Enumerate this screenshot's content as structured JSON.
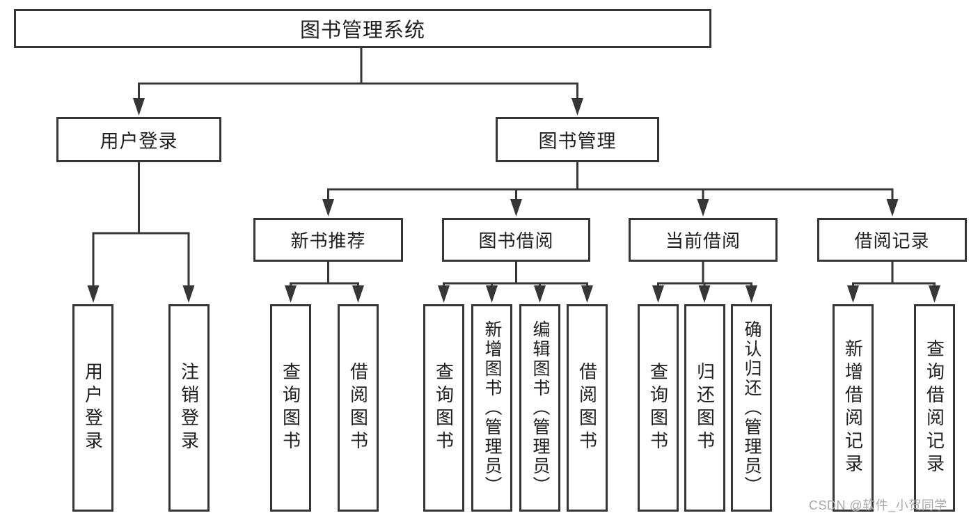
{
  "colors": {
    "line": "#363636",
    "text": "#1f1f1f",
    "background": "#ffffff",
    "watermark": "#a8a8a8"
  },
  "watermark": {
    "text": "CSDN @软件_小贺同学"
  },
  "tree": {
    "root": {
      "label": "图书管理系统"
    },
    "branches": [
      {
        "label": "用户登录",
        "leaves": [
          {
            "label": "用户登录"
          },
          {
            "label": "注销登录"
          }
        ]
      },
      {
        "label": "图书管理",
        "groups": [
          {
            "label": "新书推荐",
            "leaves": [
              {
                "label": "查询图书"
              },
              {
                "label": "借阅图书"
              }
            ]
          },
          {
            "label": "图书借阅",
            "leaves": [
              {
                "label": "查询图书"
              },
              {
                "label": "新增图书（管理员）"
              },
              {
                "label": "编辑图书（管理员）"
              },
              {
                "label": "借阅图书"
              }
            ]
          },
          {
            "label": "当前借阅",
            "leaves": [
              {
                "label": "查询图书"
              },
              {
                "label": "归还图书"
              },
              {
                "label": "确认归还（管理员）"
              }
            ]
          },
          {
            "label": "借阅记录",
            "leaves": [
              {
                "label": "新增借阅记录"
              },
              {
                "label": "查询借阅记录"
              }
            ]
          }
        ]
      }
    ]
  }
}
